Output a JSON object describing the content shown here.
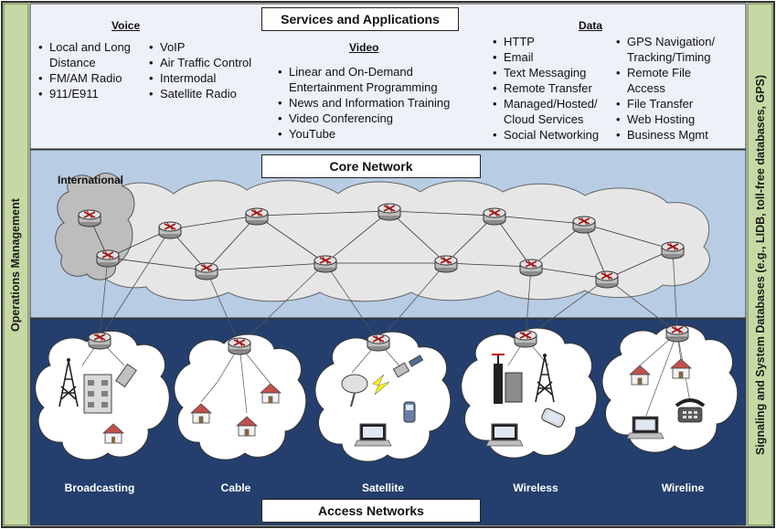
{
  "side": {
    "left": "Operations Management",
    "right": "Signaling and System Databases (e.g., LIDB, toll-free databases, GPS)"
  },
  "services": {
    "title": "Services and Applications",
    "voice": {
      "heading": "Voice",
      "col1": [
        "Local and Long",
        "Distance",
        "FM/AM Radio",
        "911/E911"
      ],
      "col2": [
        "VoIP",
        "Air Traffic Control",
        "Intermodal",
        "Satellite Radio"
      ]
    },
    "video": {
      "heading": "Video",
      "items": [
        "Linear and On-Demand",
        "Entertainment Programming",
        "News and Information Training",
        "Video Conferencing",
        "YouTube"
      ]
    },
    "data": {
      "heading": "Data",
      "col1": [
        "HTTP",
        "Email",
        "Text Messaging",
        "Remote Transfer",
        "Managed/Hosted/",
        "Cloud Services",
        "Social Networking"
      ],
      "col2": [
        "GPS Navigation/",
        "Tracking/Timing",
        "Remote File",
        "Access",
        "File Transfer",
        "Web Hosting",
        "Business Mgmt"
      ]
    }
  },
  "core": {
    "title": "Core Network",
    "international": "International"
  },
  "access": {
    "title": "Access Networks",
    "labels": [
      "Broadcasting",
      "Cable",
      "Satellite",
      "Wireless",
      "Wireline"
    ]
  },
  "colors": {
    "services_bg": "#eef1f8",
    "core_bg": "#b8cce4",
    "access_bg": "#243f6d",
    "cloud_fill": "#e6e6e6",
    "intl_cloud_fill": "#bdbdbd",
    "router_fill": "#d9d9d9",
    "router_mark": "#a01010"
  }
}
